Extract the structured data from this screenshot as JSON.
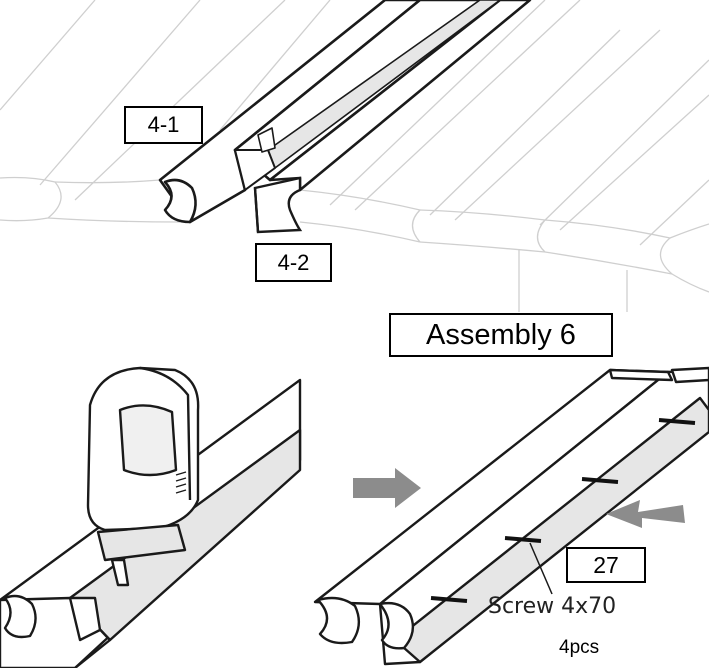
{
  "labels": {
    "part_a": "4-1",
    "part_b": "4-2",
    "step_title": "Assembly 6",
    "part_number": "27",
    "fastener": "Screw 4x70",
    "quantity": "4pcs"
  },
  "colors": {
    "line": "#1a1a1a",
    "panel_fill": "#ffffff",
    "channel_fill": "#e6e6e6",
    "arrow_fill": "#8c8c8c",
    "faint_line": "#cfcfcf"
  },
  "icons": {
    "tool": "jigsaw-icon",
    "arrow": "push-arrow-icon"
  }
}
